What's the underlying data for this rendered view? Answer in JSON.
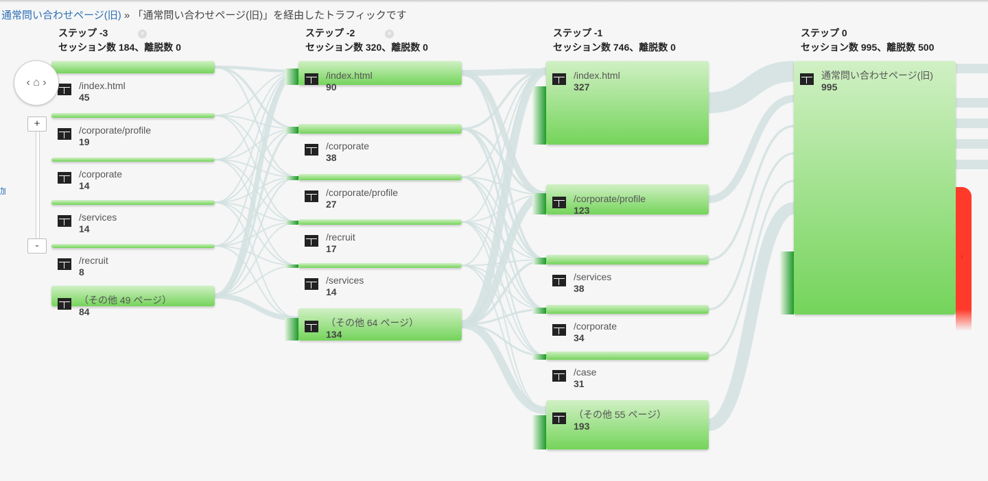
{
  "breadcrumb": {
    "link": "通常問い合わせページ(旧)",
    "sep": "»",
    "text": "「通常問い合わせページ(旧)」を経由したトラフィックです"
  },
  "edge_link": "加",
  "controls": {
    "zoom_in": "+",
    "zoom_out": "-",
    "home_left": "‹",
    "home_icon": "⌂",
    "home_right": "›"
  },
  "colors": {
    "node": "#74d45a",
    "exit": "#ff3a2a",
    "flow": "#d2e1e1"
  },
  "steps": [
    {
      "title": "ステップ -3",
      "summary": "セッション数 184、離脱数 0",
      "closable": true,
      "nodes": [
        {
          "page": "/index.html",
          "count": "45"
        },
        {
          "page": "/corporate/profile",
          "count": "19"
        },
        {
          "page": "/corporate",
          "count": "14"
        },
        {
          "page": "/services",
          "count": "14"
        },
        {
          "page": "/recruit",
          "count": "8"
        },
        {
          "page": "（その他 49 ページ）",
          "count": "84"
        }
      ]
    },
    {
      "title": "ステップ -2",
      "summary": "セッション数 320、離脱数 0",
      "closable": true,
      "nodes": [
        {
          "page": "/index.html",
          "count": "90"
        },
        {
          "page": "/corporate",
          "count": "38"
        },
        {
          "page": "/corporate/profile",
          "count": "27"
        },
        {
          "page": "/recruit",
          "count": "17"
        },
        {
          "page": "/services",
          "count": "14"
        },
        {
          "page": "（その他 64 ページ）",
          "count": "134"
        }
      ]
    },
    {
      "title": "ステップ -1",
      "summary": "セッション数 746、離脱数 0",
      "closable": false,
      "nodes": [
        {
          "page": "/index.html",
          "count": "327"
        },
        {
          "page": "/corporate/profile",
          "count": "123"
        },
        {
          "page": "/services",
          "count": "38"
        },
        {
          "page": "/corporate",
          "count": "34"
        },
        {
          "page": "/case",
          "count": "31"
        },
        {
          "page": "（その他 55 ページ）",
          "count": "193"
        }
      ]
    },
    {
      "title": "ステップ 0",
      "summary": "セッション数 995、離脱数 500",
      "closable": false,
      "nodes": [
        {
          "page": "通常問い合わせページ(旧)",
          "count": "995"
        }
      ]
    }
  ]
}
